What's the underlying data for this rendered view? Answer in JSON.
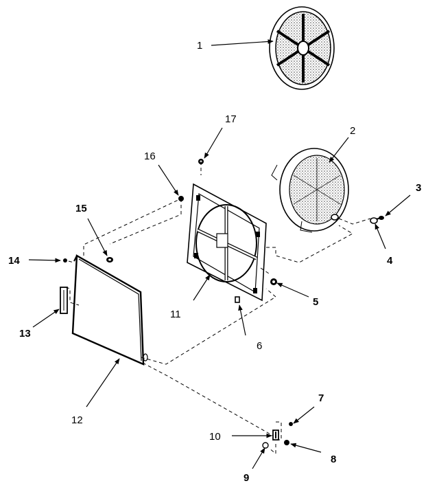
{
  "callouts": [
    "1",
    "2",
    "3",
    "4",
    "5",
    "6",
    "7",
    "8",
    "9",
    "10",
    "11",
    "12",
    "13",
    "14",
    "15",
    "16",
    "17"
  ],
  "colors": {
    "ink": "#000000",
    "background": "#ffffff"
  }
}
